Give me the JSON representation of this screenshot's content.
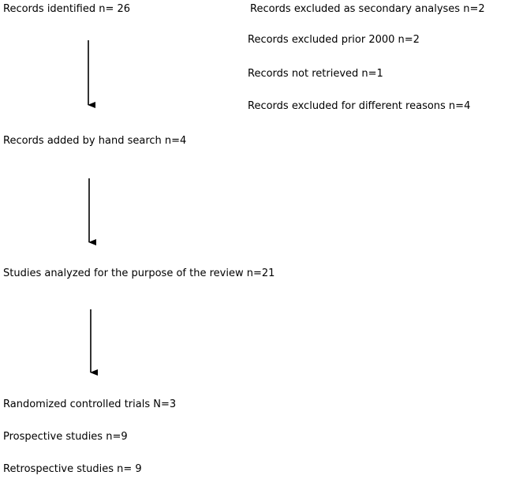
{
  "flow": {
    "identified": "Records identified n= 26",
    "excluded": [
      "Records excluded as secondary analyses n=2",
      "Records excluded prior 2000 n=2",
      "Records not retrieved n=1",
      "Records excluded for different reasons n=4"
    ],
    "hand_search": "Records added by hand search n=4",
    "analyzed": "Studies analyzed for the purpose of the review n=21",
    "breakdown": [
      "Randomized controlled trials N=3",
      "Prospective studies n=9",
      "Retrospective studies n= 9"
    ]
  },
  "colors": {
    "text": "#000000",
    "arrow": "#000000",
    "background": "#ffffff"
  }
}
